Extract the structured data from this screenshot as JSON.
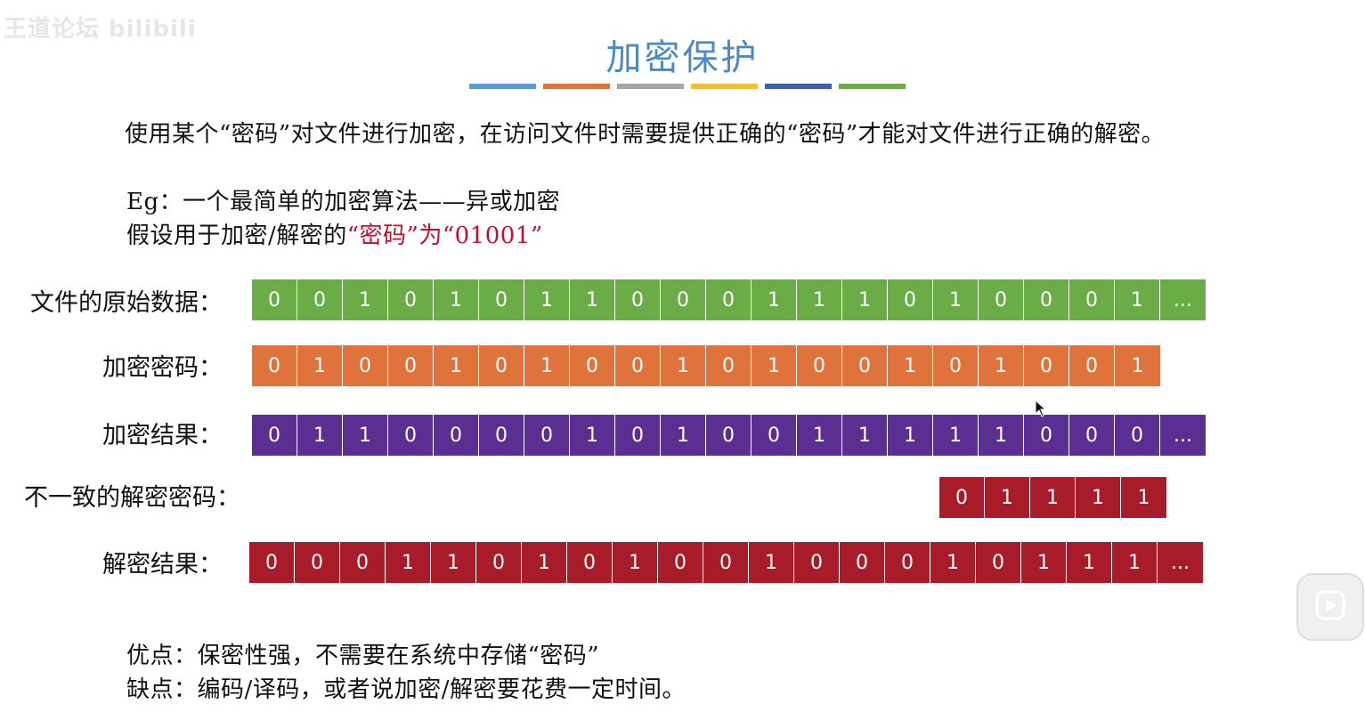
{
  "watermark": "王道论坛 bilibili",
  "title": "加密保护",
  "accent_colors": [
    "#5a9bd5",
    "#e0733b",
    "#a5a5a5",
    "#f3be2f",
    "#3f60ad",
    "#6aac45"
  ],
  "intro": "使用某个“密码”对文件进行加密，在访问文件时需要提供正确的“密码”才能对文件进行正确的解密。",
  "example": {
    "line1": "Eg：一个最简单的加密算法——异或加密",
    "line2_prefix": "假设用于加密/解密的",
    "line2_highlight": "“密码”为“01001”"
  },
  "rows": [
    {
      "label": "文件的原始数据：",
      "color": "#6aac45",
      "cells": [
        "0",
        "0",
        "1",
        "0",
        "1",
        "0",
        "1",
        "1",
        "0",
        "0",
        "0",
        "1",
        "1",
        "1",
        "0",
        "1",
        "0",
        "0",
        "0",
        "1",
        "..."
      ]
    },
    {
      "label": "加密密码：",
      "color": "#e0733b",
      "cells": [
        "0",
        "1",
        "0",
        "0",
        "1",
        "0",
        "1",
        "0",
        "0",
        "1",
        "0",
        "1",
        "0",
        "0",
        "1",
        "0",
        "1",
        "0",
        "0",
        "1"
      ]
    },
    {
      "label": "加密结果：",
      "color": "#5b2f91",
      "cells": [
        "0",
        "1",
        "1",
        "0",
        "0",
        "0",
        "0",
        "1",
        "0",
        "1",
        "0",
        "0",
        "1",
        "1",
        "1",
        "1",
        "1",
        "0",
        "0",
        "0",
        "..."
      ]
    },
    {
      "label": "不一致的解密密码：",
      "color": "#a81c2a",
      "cells": [
        "0",
        "1",
        "1",
        "1",
        "1"
      ]
    },
    {
      "label": "解密结果：",
      "color": "#a81c2a",
      "cells": [
        "0",
        "0",
        "0",
        "1",
        "1",
        "0",
        "1",
        "0",
        "1",
        "0",
        "0",
        "1",
        "0",
        "0",
        "0",
        "1",
        "0",
        "1",
        "1",
        "1",
        "..."
      ]
    }
  ],
  "pros": "优点：保密性强，不需要在系统中存储“密码”",
  "cons": "缺点：编码/译码，或者说加密/解密要花费一定时间。",
  "icons": {
    "cursor": "mouse-pointer-icon",
    "play": "play-icon"
  }
}
